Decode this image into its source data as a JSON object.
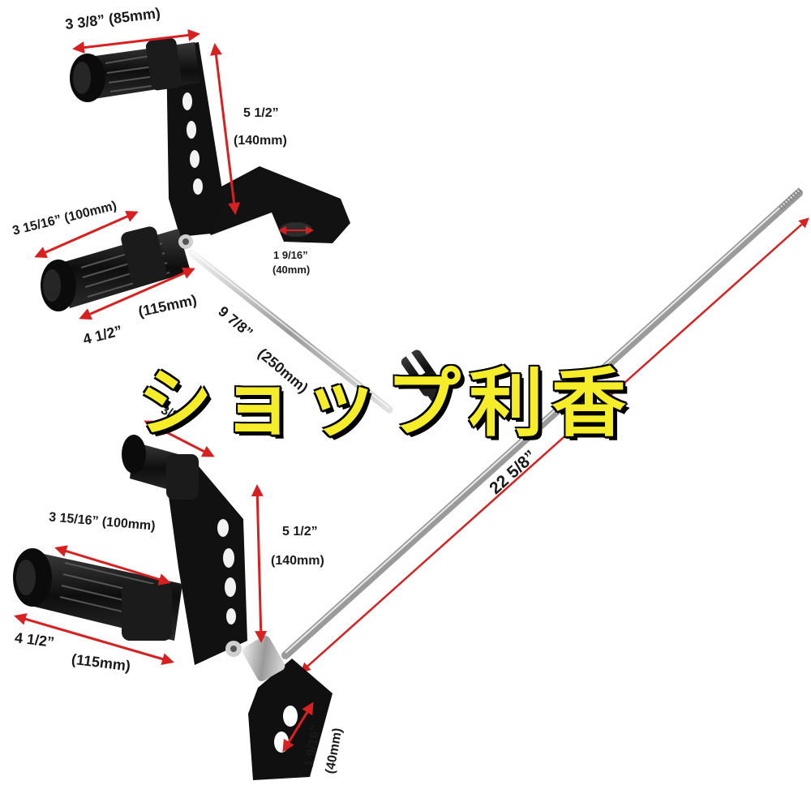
{
  "photo": {
    "watermark": "ショップ利香",
    "colors": {
      "arrow": "#d92020",
      "metal_black": "#141414",
      "chrome": "#b8b8b8",
      "watermark": "#f5ec2a"
    },
    "upper_assembly": {
      "peg_width_label": "3 3/8” (85mm)",
      "arm_height_label": "5 1/2”",
      "arm_height_mm_label": "(140mm)",
      "peg_offset_label": "3 15/16” (100mm)",
      "bracket_slot_label": "1 9/16”",
      "bracket_slot_mm_label": "(40mm)",
      "peg_length_label": "4 1/2”",
      "peg_length_mm_label": "(115mm)",
      "rod_length_label": "9 7/8”",
      "rod_length_mm_label": "(250mm)"
    },
    "lower_assembly": {
      "peg_width_label": "3/8",
      "arm_height_label": "5 1/2”",
      "arm_height_mm_label": "(140mm)",
      "peg_offset_label": "3 15/16” (100mm)",
      "peg_length_label": "4 1/2”",
      "peg_length_mm_label": "(115mm)",
      "long_rod_label": "22  5/8”",
      "bracket_slot_label": "1 9/16”",
      "bracket_slot_mm_label": "(40mm)"
    }
  }
}
